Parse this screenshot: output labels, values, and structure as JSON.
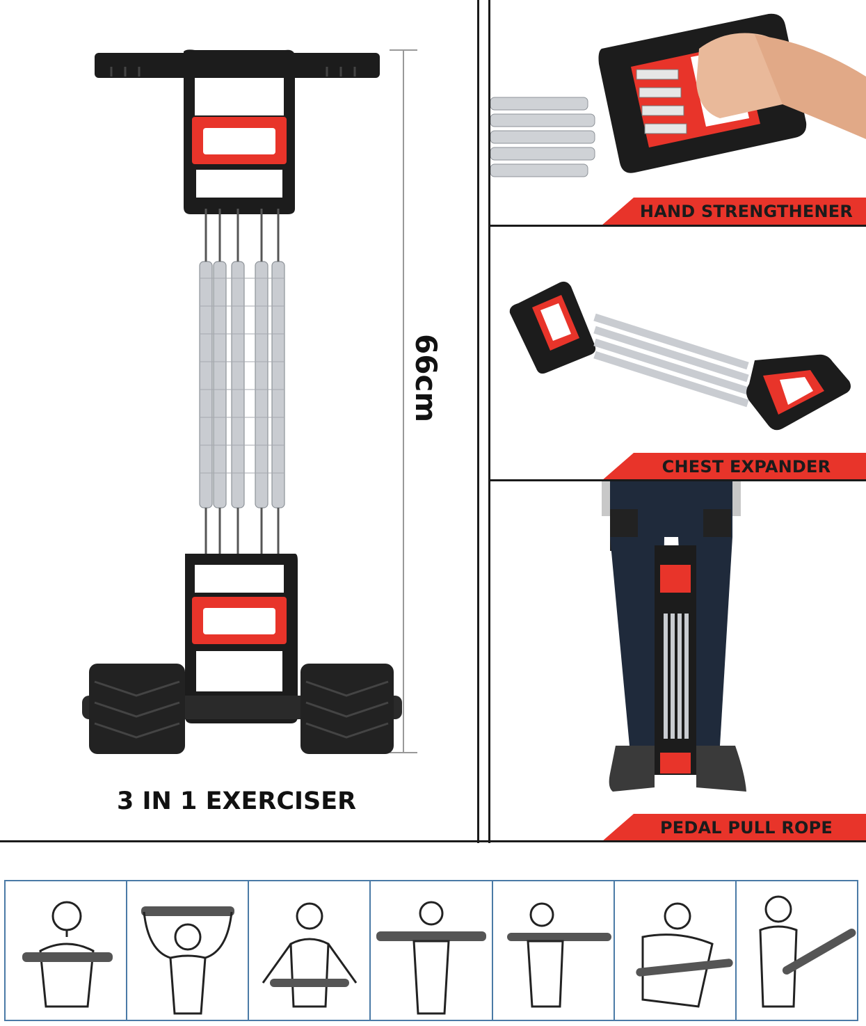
{
  "product": {
    "main_caption": "3 IN 1 EXERCISER",
    "dimension_label": "66cm"
  },
  "panels": [
    {
      "id": "hand",
      "label": "HAND STRENGTHENER"
    },
    {
      "id": "chest",
      "label": "CHEST EXPANDER"
    },
    {
      "id": "pedal",
      "label": "PEDAL PULL ROPE"
    }
  ],
  "exercises_count_shown": 7,
  "colors": {
    "accent_red": "#e8342a",
    "handle_black": "#1c1c1c",
    "spring_silver": "#c9ccd1",
    "strip_border": "#4a7aa6"
  },
  "icons": [
    "spring-exerciser-image",
    "hand-grip-image",
    "chest-expander-image",
    "pedal-pull-image",
    "exercise-figure-icon"
  ]
}
